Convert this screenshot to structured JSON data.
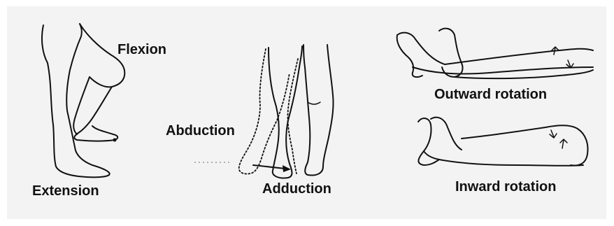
{
  "labels": {
    "flexion": "Flexion",
    "extension": "Extension",
    "abduction": "Abduction",
    "adduction": "Adduction",
    "outward_rotation": "Outward rotation",
    "inward_rotation": "Inward rotation"
  }
}
